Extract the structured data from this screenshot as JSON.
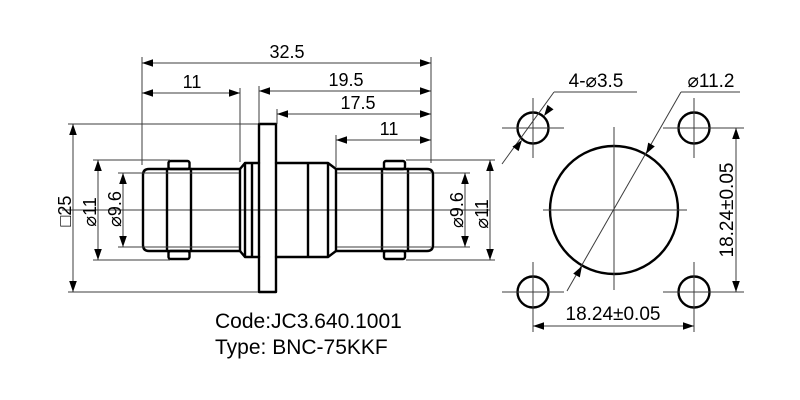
{
  "dims": {
    "overall": "32.5",
    "left_body_len": "11",
    "behind_flange_len": "19.5",
    "front_of_flange_len": "17.5",
    "right_body_len": "11",
    "flange_square": "□25",
    "left_outer_dia": "⌀11",
    "left_inner_dia": "⌀9.6",
    "right_inner_dia": "⌀9.6",
    "right_outer_dia": "⌀11",
    "mounting_holes": "4-⌀3.5",
    "center_hole_dia": "⌀11.2",
    "hole_spacing_vertical": "18.24±0.05",
    "hole_spacing_horizontal": "18.24±0.05"
  },
  "labels": {
    "code": "Code:JC3.640.1001",
    "type": "Type: BNC-75KKF"
  },
  "colors": {
    "outline": "#000000",
    "thin_line": "#3c3c3c",
    "background": "#ffffff"
  }
}
